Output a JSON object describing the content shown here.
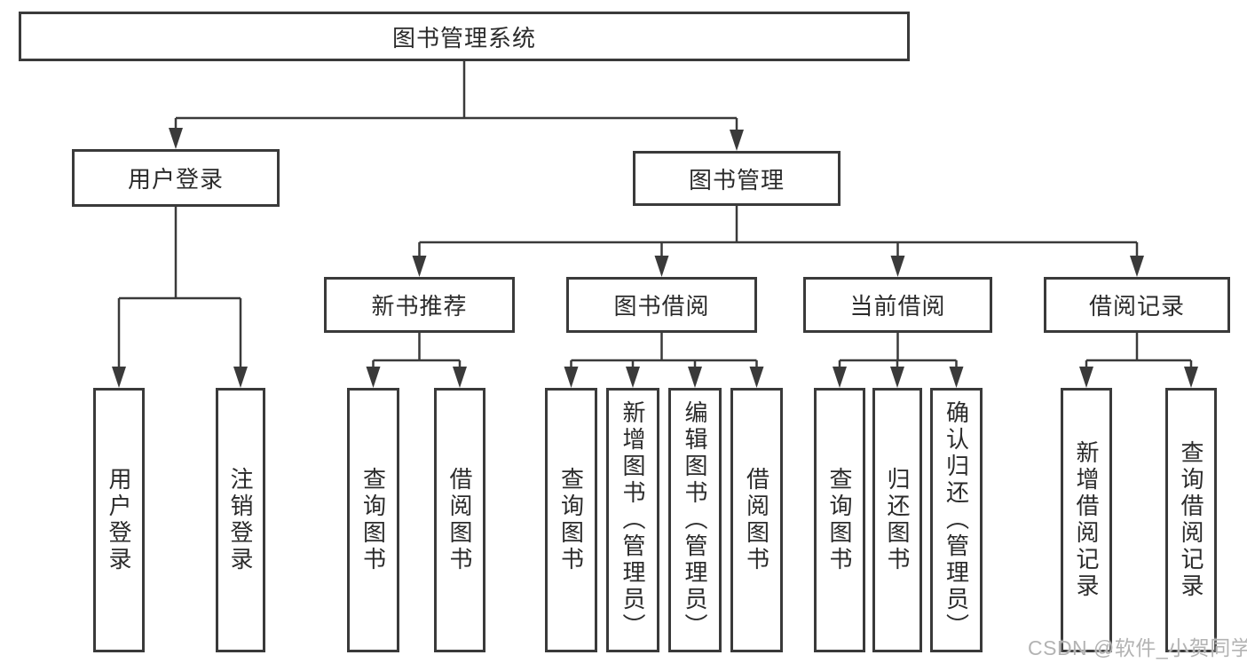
{
  "colors": {
    "background": "#ffffff",
    "line": "#3a3a3a",
    "box_border": "#3a3a3a",
    "text": "#2b2b2b",
    "watermark": "#b3b3b3"
  },
  "diagram": {
    "root": {
      "label": "图书管理系统"
    },
    "branches": [
      {
        "label": "用户登录",
        "children": [
          {
            "label": "用户登录"
          },
          {
            "label": "注销登录"
          }
        ]
      },
      {
        "label": "图书管理",
        "children": [
          {
            "label": "新书推荐",
            "children": [
              {
                "label": "查询图书"
              },
              {
                "label": "借阅图书"
              }
            ]
          },
          {
            "label": "图书借阅",
            "children": [
              {
                "label": "查询图书"
              },
              {
                "label": "新增图书（管理员）"
              },
              {
                "label": "编辑图书（管理员）"
              },
              {
                "label": "借阅图书"
              }
            ]
          },
          {
            "label": "当前借阅",
            "children": [
              {
                "label": "查询图书"
              },
              {
                "label": "归还图书"
              },
              {
                "label": "确认归还（管理员）"
              }
            ]
          },
          {
            "label": "借阅记录",
            "children": [
              {
                "label": "新增借阅记录"
              },
              {
                "label": "查询借阅记录"
              }
            ]
          }
        ]
      }
    ]
  },
  "watermark": {
    "text": "CSDN @软件_小贺同学"
  }
}
